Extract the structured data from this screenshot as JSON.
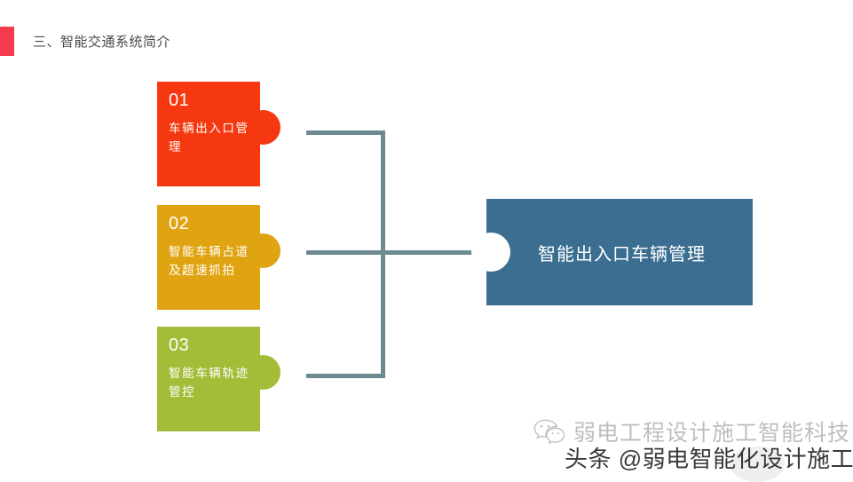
{
  "header": {
    "title": "三、智能交通系统简介",
    "accent_color": "#f23b4c"
  },
  "diagram": {
    "pieces": [
      {
        "number": "01",
        "label": "车辆出入口管理",
        "color": "#f5380f",
        "name": "piece-vehicle-entrance-management"
      },
      {
        "number": "02",
        "label": "智能车辆占道及超速抓拍",
        "color": "#e0a413",
        "name": "piece-lane-occupancy-speeding-capture"
      },
      {
        "number": "03",
        "label": "智能车辆轨迹管控",
        "color": "#a4bd39",
        "name": "piece-vehicle-trajectory-control"
      }
    ],
    "connector_color": "#6d8a90",
    "result": {
      "label": "智能出入口车辆管理",
      "color": "#3c6e92"
    }
  },
  "watermarks": {
    "wechat_icon": "wechat-icon",
    "wechat_text": "弱电工程设计施工智能科技",
    "toutiao_text": "头条 @弱电智能化设计施工"
  }
}
